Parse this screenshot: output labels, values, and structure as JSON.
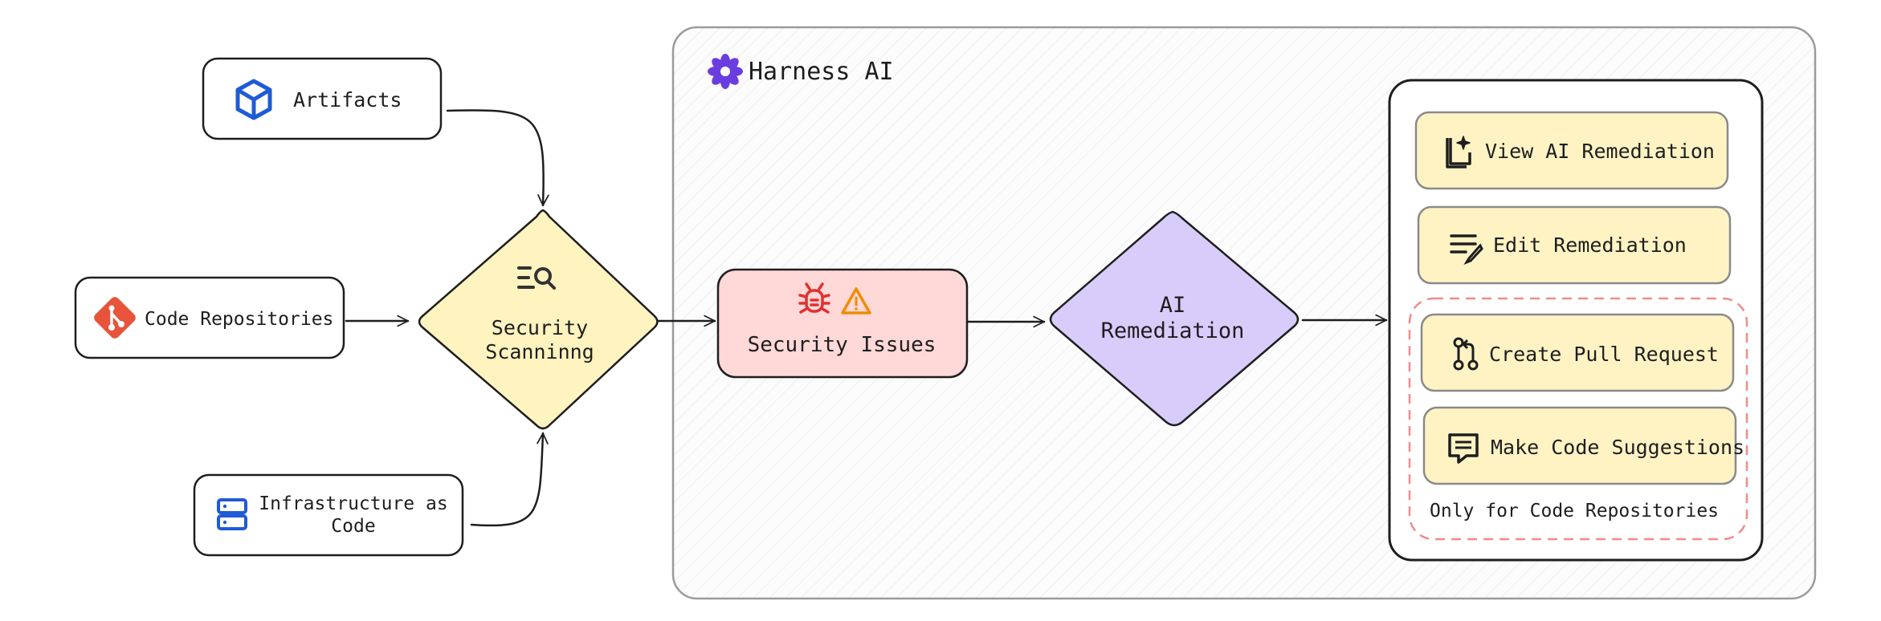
{
  "colors": {
    "stroke": "#1e1e1e",
    "panel_stroke": "#9b9b9b",
    "scanning_fill": "#fff3bf",
    "issues_fill": "#ffd8d8",
    "remediation_fill": "#d8ccfb",
    "action_fill": "#fff3c4",
    "dashed_red": "#f08c8c",
    "harness_logo": "#6b3de0",
    "artifact_icon": "#1f5bd6",
    "git_icon": "#e8533b",
    "infra_icon": "#1f5bd6",
    "bug_icon": "#e03131",
    "warning_icon": "#f08c00"
  },
  "panel": {
    "title": "Harness AI",
    "logo_icon": "harness-logo-icon"
  },
  "sources": {
    "artifacts": {
      "label": "Artifacts",
      "icon": "box-icon"
    },
    "code_repositories": {
      "label": "Code Repositories",
      "icon": "git-icon"
    },
    "infrastructure": {
      "line1": "Infrastructure as",
      "line2": "Code",
      "icon": "server-icon"
    }
  },
  "scanning": {
    "line1": "Security",
    "line2": "Scanninng",
    "icon": "scan-search-icon"
  },
  "issues": {
    "label": "Security Issues",
    "icons": [
      "bug-icon",
      "warning-icon"
    ]
  },
  "remediation": {
    "line1": "AI",
    "line2": "Remediation"
  },
  "actions": [
    {
      "label": "View AI Remediation",
      "icon": "ai-document-icon"
    },
    {
      "label": "Edit Remediation",
      "icon": "edit-list-icon"
    },
    {
      "label": "Create Pull Request",
      "icon": "pull-request-icon"
    },
    {
      "label": "Make Code Suggestions",
      "icon": "comment-icon"
    }
  ],
  "code_only_note": "Only for Code Repositories"
}
